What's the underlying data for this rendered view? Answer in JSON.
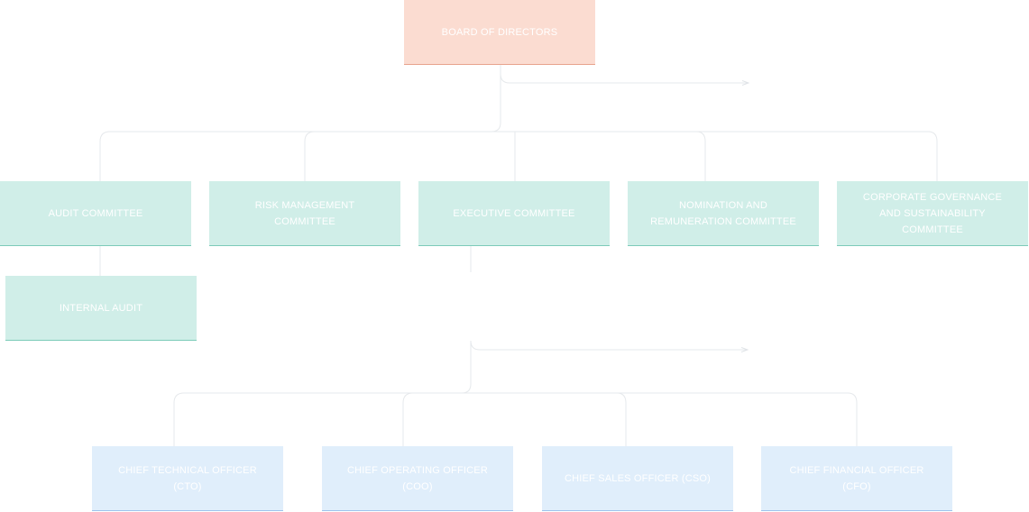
{
  "board": {
    "label": "BOARD OF DIRECTORS"
  },
  "committees": [
    {
      "label": "AUDIT COMMITTEE"
    },
    {
      "label": "RISK MANAGEMENT COMMITTEE"
    },
    {
      "label": "EXECUTIVE COMMITTEE"
    },
    {
      "label": "NOMINATION AND REMUNERATION COMMITTEE"
    },
    {
      "label": "CORPORATE GOVERNANCE AND SUSTAINABILITY COMMITTEE"
    }
  ],
  "audit_child": {
    "label": "INTERNAL AUDIT"
  },
  "officers": [
    {
      "label": "CHIEF TECHNICAL OFFICER (CTO)"
    },
    {
      "label": "CHIEF OPERATING OFFICER (COO)"
    },
    {
      "label": "CHIEF SALES OFFICER (CSO)"
    },
    {
      "label": "CHIEF FINANCIAL OFFICER (CFO)"
    }
  ],
  "colors": {
    "board_fill": "#fbdcd1",
    "committee_fill": "#d0eee8",
    "officer_fill": "#e0eefb",
    "connector": "#e6e9ec",
    "text": "#ffffff"
  }
}
